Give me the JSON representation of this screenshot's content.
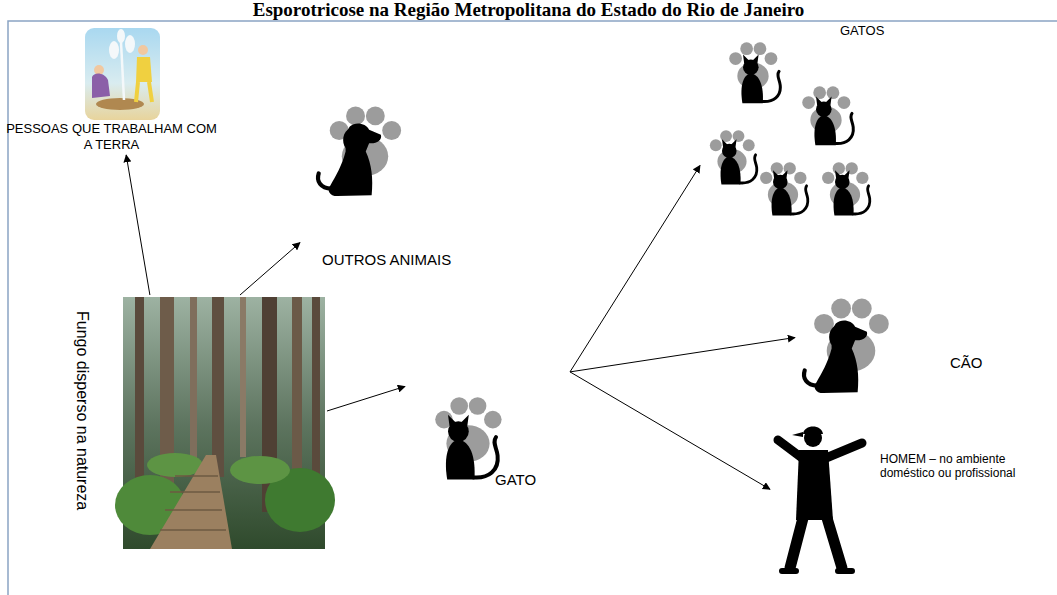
{
  "diagram": {
    "title": "Esporotricose na Região Metropolitana do Estado do Rio de Janeiro",
    "nodes": [
      {
        "text": [
          "Fungo disperso na natureza"
        ]
      },
      {
        "text": [
          "PESSOAS QUE TRABALHAM COM A TERRA"
        ]
      },
      {
        "text": [
          "OUTROS ANIMAIS"
        ]
      },
      {
        "text": [
          "GATO"
        ]
      },
      {
        "text": [
          "GATOS"
        ]
      },
      {
        "text": [
          "CÃO"
        ]
      },
      {
        "text": [
          "HOMEM – no ambiente doméstico ou profissional"
        ]
      }
    ],
    "edges": [
      {
        "from": 0,
        "to": 1,
        "arrow": "to"
      },
      {
        "from": 0,
        "to": 2,
        "arrow": "to"
      },
      {
        "from": 0,
        "to": 3,
        "arrow": "to"
      },
      {
        "from": 3,
        "to": 4,
        "arrow": "to"
      },
      {
        "from": 3,
        "to": 5,
        "arrow": "to"
      },
      {
        "from": 3,
        "to": 6,
        "arrow": "to"
      }
    ]
  }
}
